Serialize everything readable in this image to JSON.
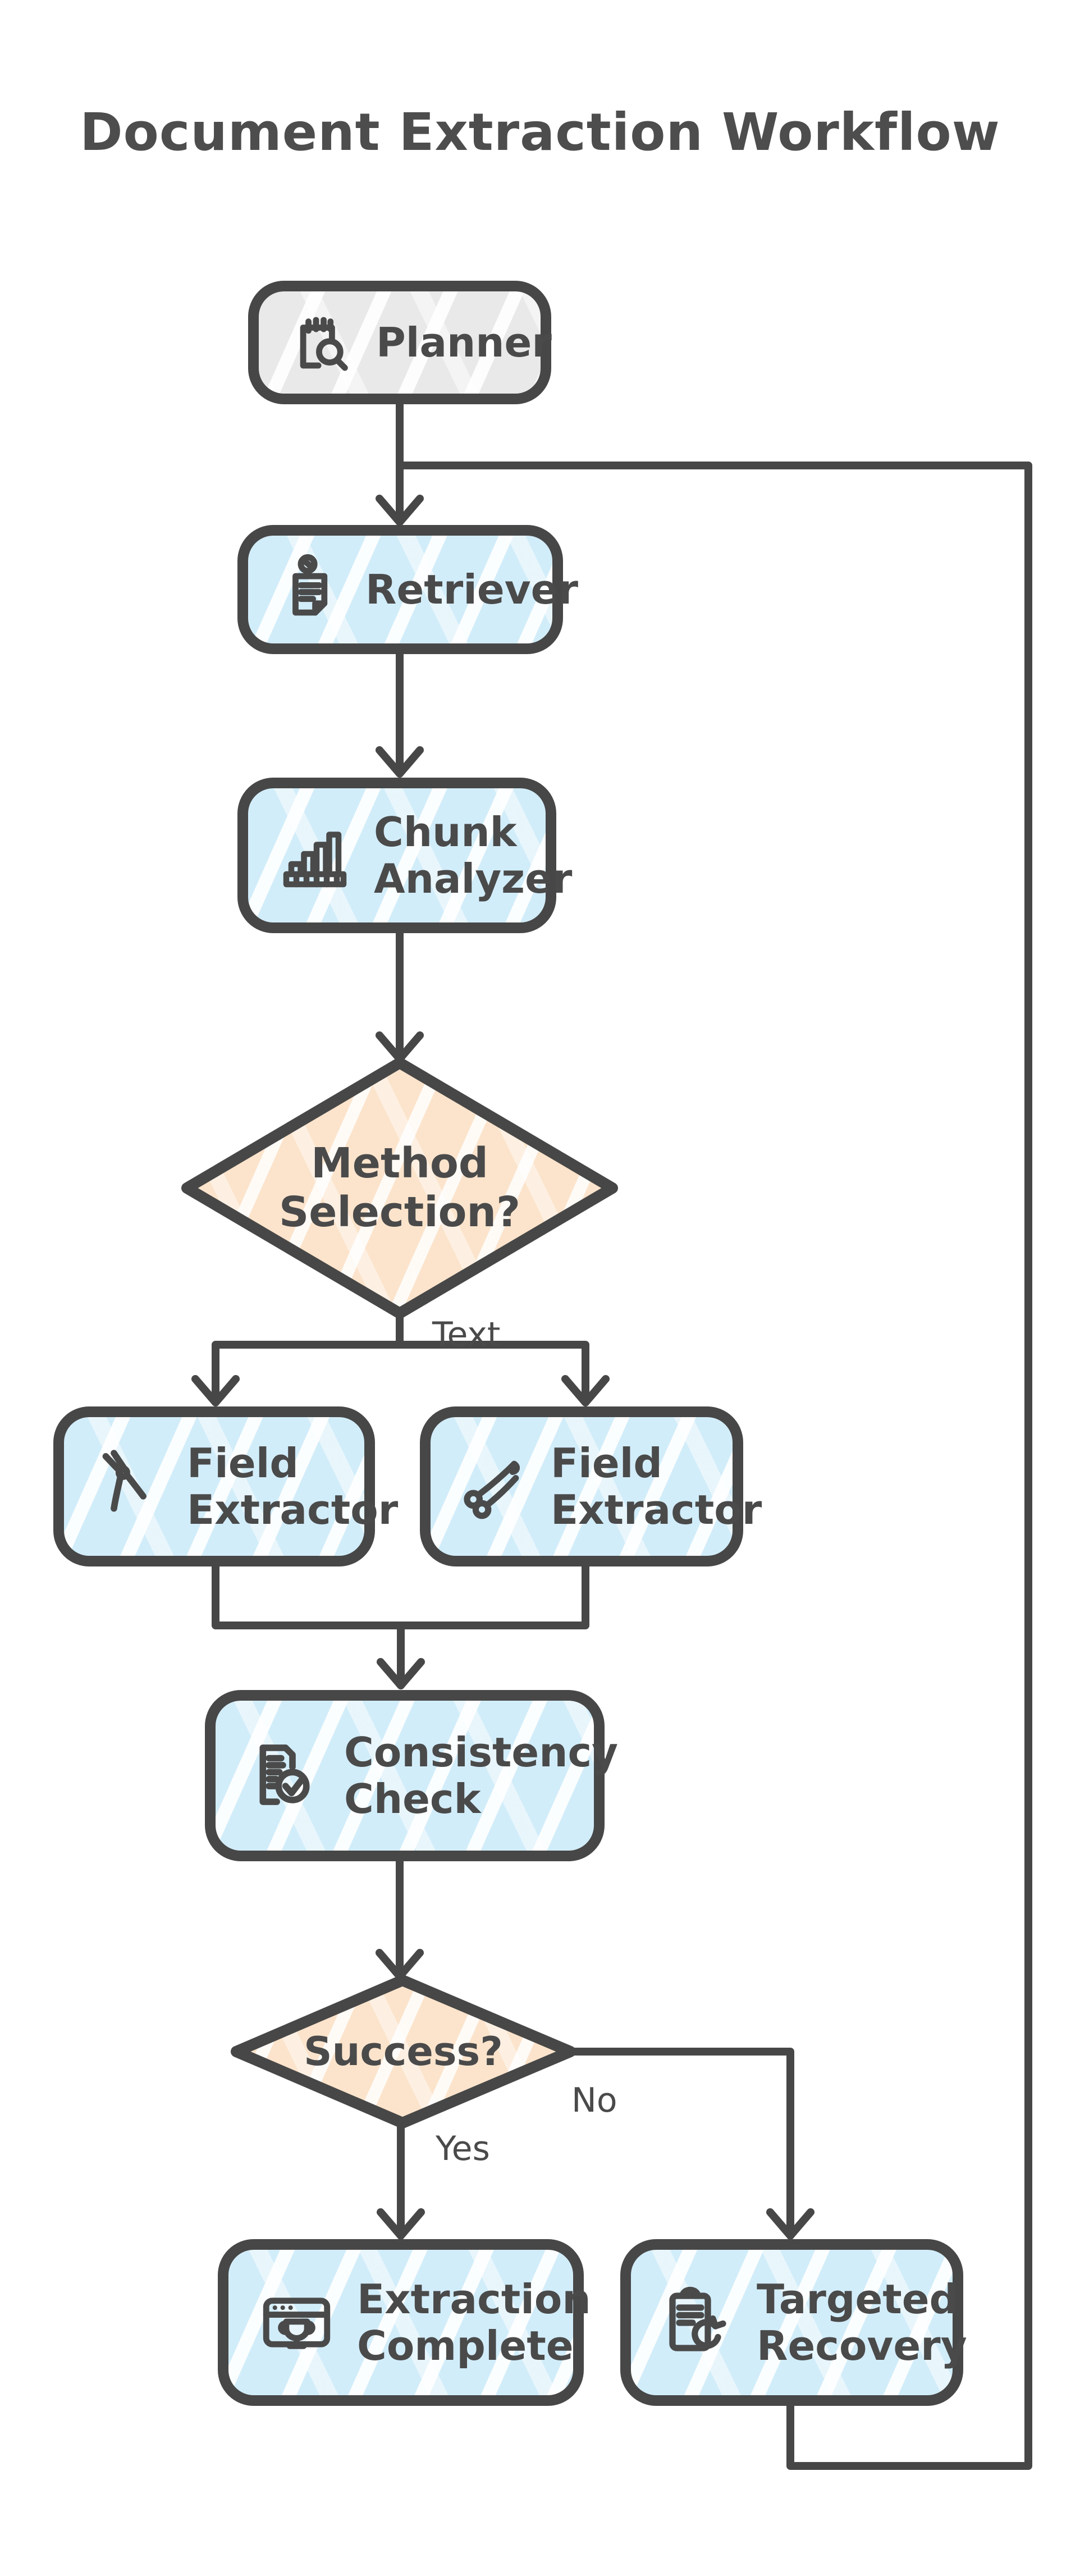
{
  "title": "Document Extraction Workflow",
  "colors": {
    "stroke": "#474747",
    "text": "#4a4a4a",
    "blue_fill": "#d2edfa",
    "peach_fill": "#fce4cc",
    "gray_fill": "#e9e9e9",
    "background": "#ffffff"
  },
  "diagram": {
    "type": "flowchart",
    "nodes": [
      {
        "id": "planner",
        "label": "Planner",
        "shape": "rounded-rect",
        "fill": "gray",
        "icon": "notepad-search-icon"
      },
      {
        "id": "retriever",
        "label": "Retriever",
        "shape": "rounded-rect",
        "fill": "blue",
        "icon": "pinned-document-icon"
      },
      {
        "id": "chunk-analyzer",
        "label": "Chunk\nAnalyzer",
        "shape": "rounded-rect",
        "fill": "blue",
        "icon": "bar-chart-icon"
      },
      {
        "id": "method-selection",
        "label": "Method\nSelection?",
        "shape": "diamond",
        "fill": "peach",
        "icon": null
      },
      {
        "id": "field-extractor-left",
        "label": "Field\nExtractor",
        "shape": "rounded-rect",
        "fill": "blue",
        "icon": "pliers-icon"
      },
      {
        "id": "field-extractor-right",
        "label": "Field\nExtractor",
        "shape": "rounded-rect",
        "fill": "blue",
        "icon": "scissors-icon"
      },
      {
        "id": "consistency-check",
        "label": "Consistency\nCheck",
        "shape": "rounded-rect",
        "fill": "blue",
        "icon": "document-check-icon"
      },
      {
        "id": "success",
        "label": "Success?",
        "shape": "diamond",
        "fill": "peach",
        "icon": null
      },
      {
        "id": "extraction-complete",
        "label": "Extraction\nComplete",
        "shape": "rounded-rect",
        "fill": "blue",
        "icon": "trophy-window-icon"
      },
      {
        "id": "targeted-recovery",
        "label": "Targeted\nRecovery",
        "shape": "rounded-rect",
        "fill": "blue",
        "icon": "clipboard-refresh-icon"
      }
    ],
    "edges": [
      {
        "from": "planner",
        "to": "retriever",
        "label": ""
      },
      {
        "from": "retriever",
        "to": "chunk-analyzer",
        "label": ""
      },
      {
        "from": "chunk-analyzer",
        "to": "method-selection",
        "label": ""
      },
      {
        "from": "method-selection",
        "to": "field-extractor-left",
        "label": "Text"
      },
      {
        "from": "method-selection",
        "to": "field-extractor-right",
        "label": "Text"
      },
      {
        "from": "field-extractor-left",
        "to": "consistency-check",
        "label": ""
      },
      {
        "from": "field-extractor-right",
        "to": "consistency-check",
        "label": ""
      },
      {
        "from": "consistency-check",
        "to": "success",
        "label": ""
      },
      {
        "from": "success",
        "to": "extraction-complete",
        "label": "Yes"
      },
      {
        "from": "success",
        "to": "targeted-recovery",
        "label": "No"
      },
      {
        "from": "targeted-recovery",
        "to": "retriever",
        "label": ""
      }
    ]
  },
  "edge_labels": {
    "text": "Text",
    "yes": "Yes",
    "no": "No"
  }
}
